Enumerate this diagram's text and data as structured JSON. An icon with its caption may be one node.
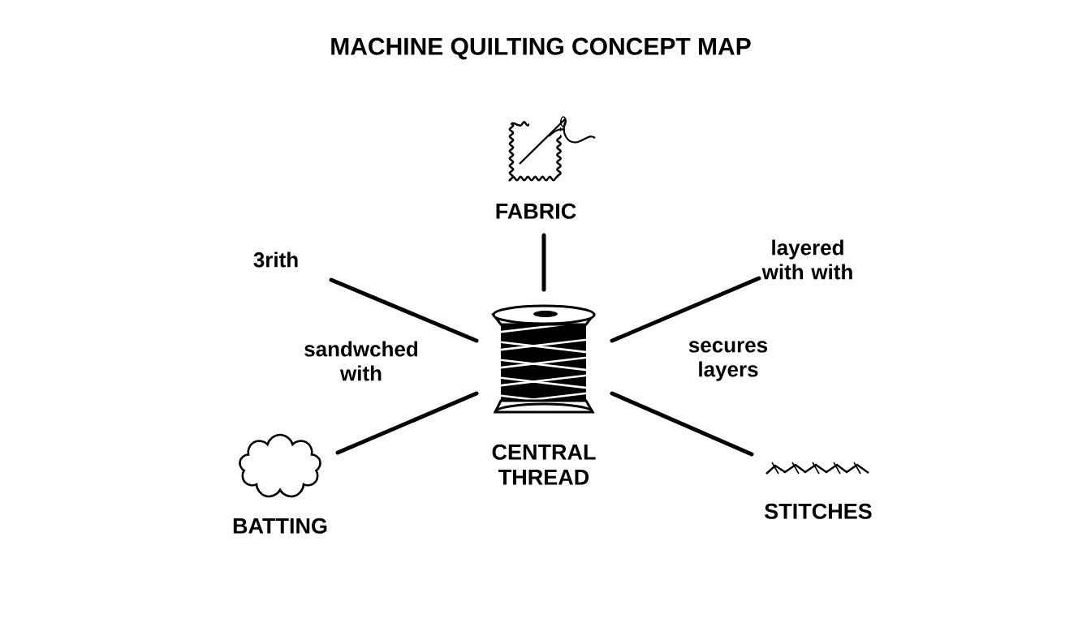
{
  "diagram": {
    "title": "MACHINE QUILTING CONCEPT MAP",
    "nodes": [
      {
        "text": [
          "FABRIC"
        ]
      },
      {
        "text": [
          "CENTRAL THREAD"
        ]
      },
      {
        "text": [
          "BATTING"
        ]
      },
      {
        "text": [
          "STITCHES"
        ]
      }
    ],
    "edges": [
      {
        "from": 0,
        "to": 1,
        "arrow": "none"
      },
      {
        "from": null,
        "to": 1,
        "arrow": "none",
        "label": "3rith"
      },
      {
        "from": null,
        "to": 1,
        "arrow": "none",
        "label": "layered with with"
      },
      {
        "from": 2,
        "to": 1,
        "arrow": "none",
        "label": "sandwched with"
      },
      {
        "from": 1,
        "to": 3,
        "arrow": "none",
        "label": "secures layers"
      }
    ]
  }
}
